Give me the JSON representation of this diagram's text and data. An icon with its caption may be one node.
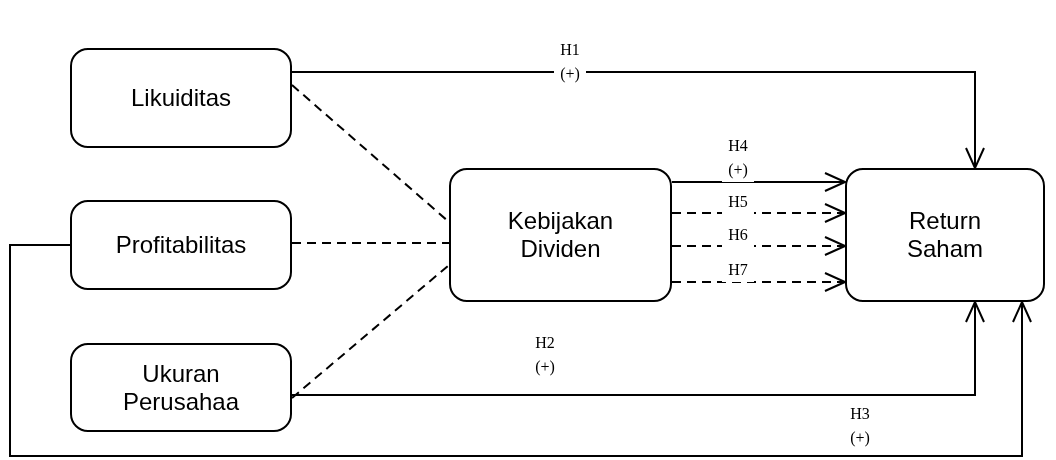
{
  "diagram": {
    "nodes": [
      {
        "text": [
          "Likuiditas"
        ]
      },
      {
        "text": [
          "Profitabilitas"
        ]
      },
      {
        "text": [
          "Ukuran Perusahaa"
        ]
      },
      {
        "text": [
          "Kebijakan Dividen"
        ]
      },
      {
        "text": [
          "Return Saham"
        ]
      }
    ],
    "edges": [
      {
        "from": 0,
        "to": 4,
        "arrow": "to",
        "label": "H1 (+)"
      },
      {
        "from": 0,
        "to": 3,
        "arrow": "none",
        "style": "dashed"
      },
      {
        "from": 1,
        "to": 3,
        "arrow": "none",
        "style": "dashed"
      },
      {
        "from": 2,
        "to": 3,
        "arrow": "none",
        "style": "dashed"
      },
      {
        "from": 3,
        "to": 4,
        "arrow": "to",
        "label": "H4 (+)"
      },
      {
        "from": 3,
        "to": 4,
        "arrow": "to",
        "style": "dashed",
        "label": "H5"
      },
      {
        "from": 3,
        "to": 4,
        "arrow": "to",
        "style": "dashed",
        "label": "H6"
      },
      {
        "from": 3,
        "to": 4,
        "arrow": "to",
        "style": "dashed",
        "label": "H7"
      },
      {
        "from": 2,
        "to": 4,
        "arrow": "to",
        "label": "H2 (+)"
      },
      {
        "from": 1,
        "to": 4,
        "arrow": "to",
        "label": "H3 (+)"
      }
    ]
  }
}
